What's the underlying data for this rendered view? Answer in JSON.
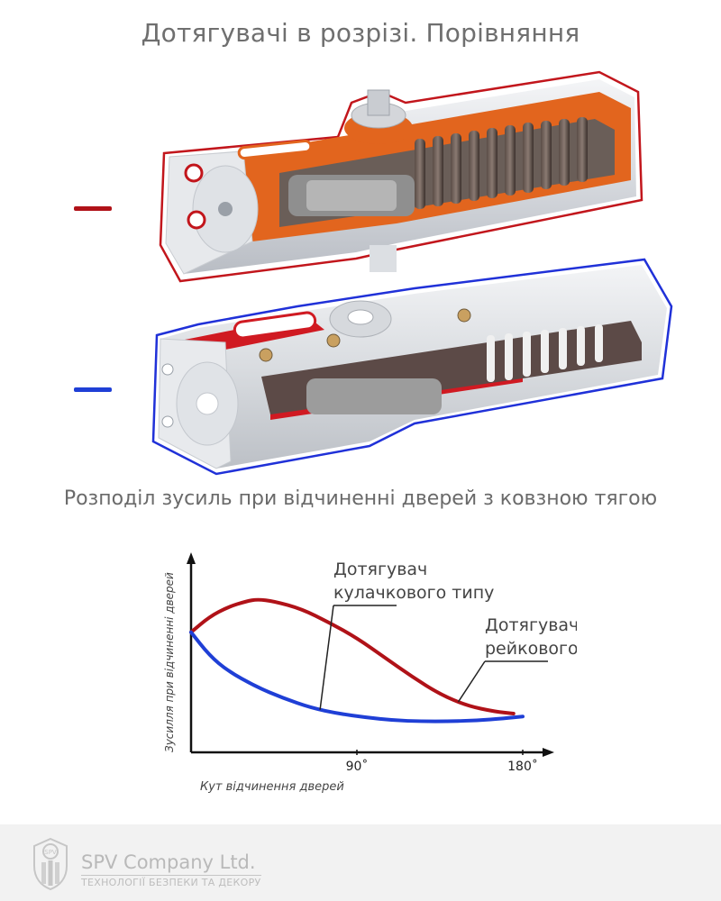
{
  "header": {
    "title": "Дотягувачі в розрізі. Порівняння"
  },
  "legend": [
    {
      "key": "cam",
      "color": "#b01218"
    },
    {
      "key": "rack",
      "color": "#1f3fd6"
    }
  ],
  "section": {
    "subtitle": "Розподіл зусиль при відчиненні дверей з ковзною тягою"
  },
  "chart_data": {
    "type": "line",
    "xlabel": "Кут відчинення дверей",
    "ylabel": "Зусилля при відчиненні дверей",
    "x_ticks": [
      "90˚",
      "180˚"
    ],
    "xlim": [
      0,
      180
    ],
    "ylim": [
      0,
      1
    ],
    "grid": false,
    "series": [
      {
        "key": "cam",
        "annotation": [
          "Дотягувач",
          "кулачкового типу"
        ],
        "color": "#b01218",
        "points": [
          [
            0,
            0.62
          ],
          [
            10,
            0.7
          ],
          [
            20,
            0.75
          ],
          [
            30,
            0.78
          ],
          [
            36,
            0.79
          ],
          [
            45,
            0.78
          ],
          [
            60,
            0.74
          ],
          [
            75,
            0.67
          ],
          [
            90,
            0.59
          ],
          [
            105,
            0.49
          ],
          [
            120,
            0.39
          ],
          [
            135,
            0.3
          ],
          [
            150,
            0.24
          ],
          [
            165,
            0.21
          ],
          [
            175,
            0.2
          ]
        ]
      },
      {
        "key": "rack",
        "annotation": [
          "Дотягувач",
          "рейкового типу"
        ],
        "color": "#1f3fd6",
        "points": [
          [
            0,
            0.62
          ],
          [
            10,
            0.5
          ],
          [
            20,
            0.42
          ],
          [
            35,
            0.34
          ],
          [
            50,
            0.28
          ],
          [
            65,
            0.23
          ],
          [
            80,
            0.2
          ],
          [
            95,
            0.18
          ],
          [
            110,
            0.165
          ],
          [
            125,
            0.16
          ],
          [
            140,
            0.16
          ],
          [
            155,
            0.165
          ],
          [
            170,
            0.175
          ],
          [
            180,
            0.185
          ]
        ]
      }
    ]
  },
  "footer": {
    "company": "SPV Company Ltd.",
    "tagline": "ТЕХНОЛОГІЇ БЕЗПЕКИ ТА ДЕКОРУ",
    "logo_text": "SPV"
  }
}
